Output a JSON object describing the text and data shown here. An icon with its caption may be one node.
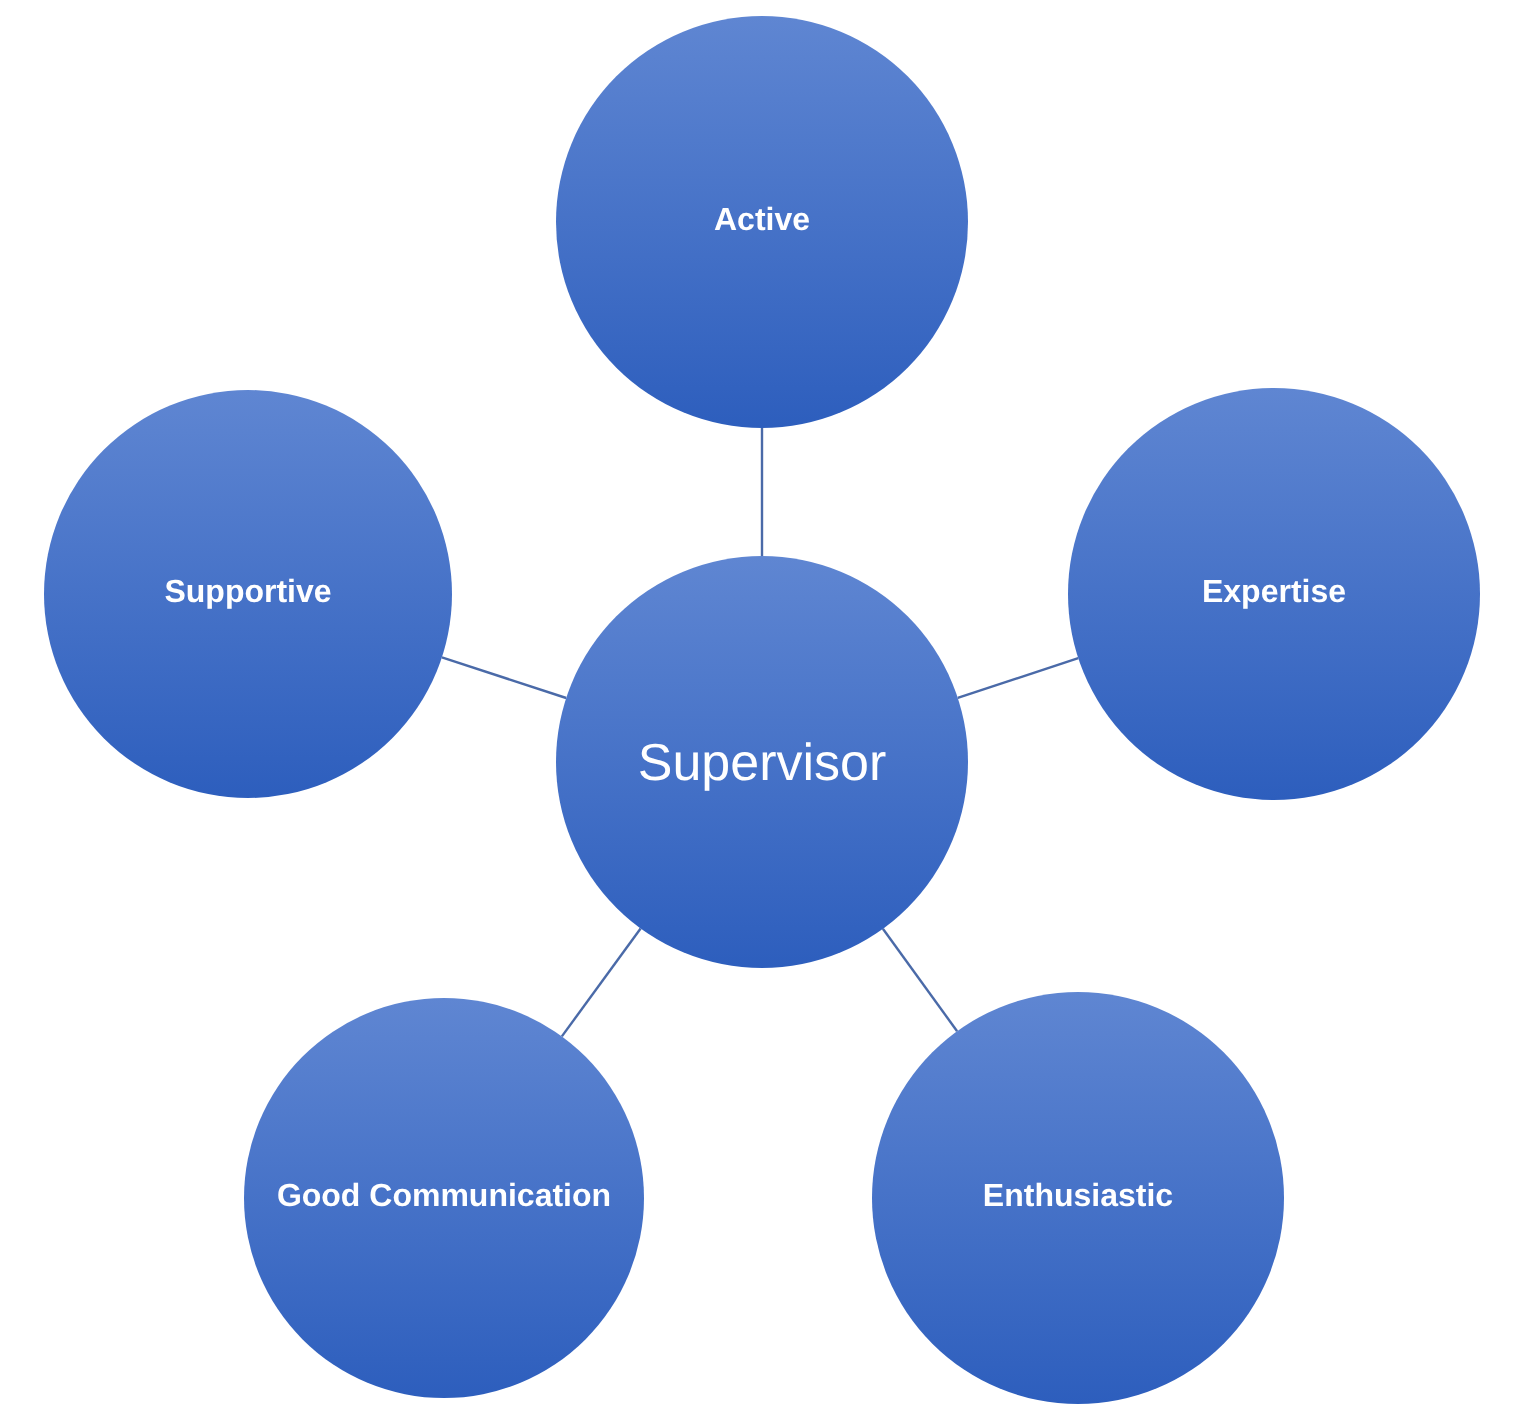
{
  "diagram": {
    "nodes": [
      {
        "text": [
          "Supervisor"
        ]
      },
      {
        "text": [
          "Active"
        ]
      },
      {
        "text": [
          "Expertise"
        ]
      },
      {
        "text": [
          "Enthusiastic"
        ]
      },
      {
        "text": [
          "Good Communication"
        ]
      },
      {
        "text": [
          "Supportive"
        ]
      }
    ],
    "edges": [
      {
        "from": 0,
        "to": 1,
        "arrow": "none"
      },
      {
        "from": 0,
        "to": 2,
        "arrow": "none"
      },
      {
        "from": 0,
        "to": 3,
        "arrow": "none"
      },
      {
        "from": 0,
        "to": 4,
        "arrow": "none"
      },
      {
        "from": 0,
        "to": 5,
        "arrow": "none"
      }
    ]
  }
}
